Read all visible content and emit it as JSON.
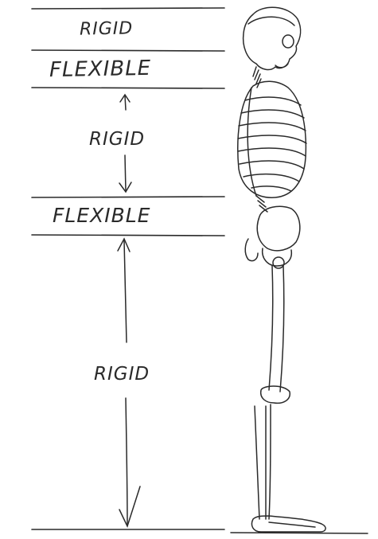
{
  "labels": {
    "rigid_head": "RIGID",
    "flexible_neck": "FLEXIBLE",
    "rigid_torso": "RIGID",
    "flexible_lumbar": "FLEXIBLE",
    "rigid_legs": "RIGID"
  },
  "ink_color": "#2a2a2a"
}
